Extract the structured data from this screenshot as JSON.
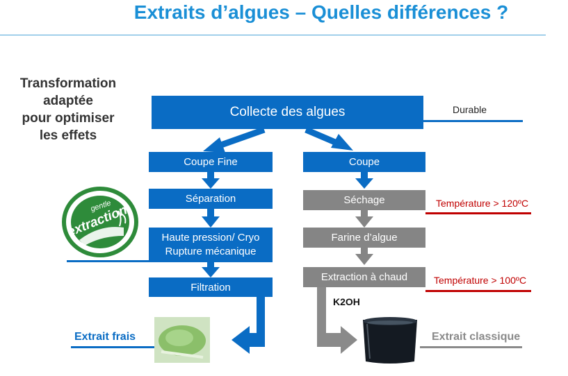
{
  "title": "Extraits d’algues – Quelles différences ?",
  "side_text": [
    "Transformation",
    "adaptée",
    "pour optimiser",
    "les effets"
  ],
  "top_box": "Collecte des algues",
  "durable_label": "Durable",
  "left_column": {
    "step1": "Coupe Fine",
    "step2": "Séparation",
    "step3_line1": "Haute pression/ Cryo",
    "step3_line2": "Rupture mécanique",
    "step4": "Filtration",
    "output_label": "Extrait frais"
  },
  "right_column": {
    "step1": "Coupe",
    "step2": "Séchage",
    "step3": "Farine d’algue",
    "step4": "Extraction à chaud",
    "chemical": "K2OH",
    "output_label": "Extrait classique"
  },
  "temperatures": {
    "drying": "Température > 120ºC",
    "extraction": "Température > 100ºC"
  },
  "logo": {
    "line1": "gentle",
    "line2": "extraction"
  },
  "colors": {
    "primary_blue": "#0a6cc4",
    "title_blue": "#1a8fd6",
    "gray": "#858585",
    "red": "#c00000",
    "logo_green": "#2e8b3a"
  }
}
